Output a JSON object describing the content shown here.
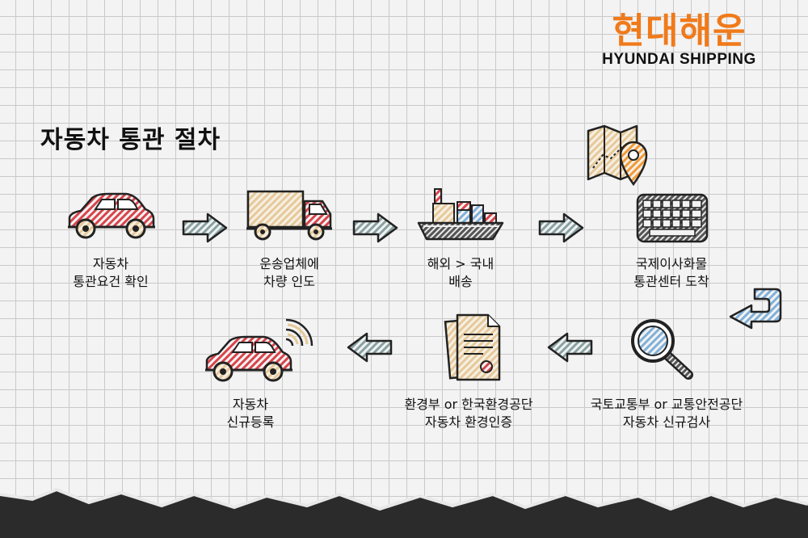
{
  "logo": {
    "korean": "현대해운",
    "english": "HYUNDAI SHIPPING"
  },
  "title": "자동차 통관 절차",
  "steps": [
    {
      "icon": "car-icon",
      "line1": "자동차",
      "line2": "통관요건 확인"
    },
    {
      "icon": "truck-icon",
      "line1": "운송업체에",
      "line2": "차량 인도"
    },
    {
      "icon": "cargo-ship-icon",
      "line1": "해외 > 국내",
      "line2": "배송"
    },
    {
      "icon": "keyboard-icon",
      "line1": "국제이사화물",
      "line2": "통관센터 도착"
    },
    {
      "icon": "magnifier-icon",
      "line1": "국토교통부 or 교통안전공단",
      "line2": "자동차 신규검사"
    },
    {
      "icon": "document-icon",
      "line1": "환경부 or 한국환경공단",
      "line2": "자동차 환경인증"
    },
    {
      "icon": "connected-car-icon",
      "line1": "자동차",
      "line2": "신규등록"
    }
  ],
  "colors": {
    "red": "#d9434a",
    "orange": "#f07a1a",
    "tan": "#e6c99a",
    "blue": "#7fb0d9",
    "steel": "#8aa0a0",
    "ink": "#222222"
  }
}
